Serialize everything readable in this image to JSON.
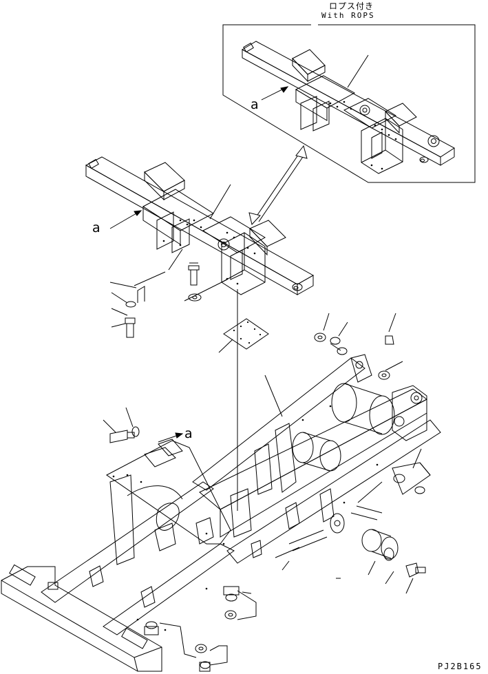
{
  "header": {
    "japanese_label": "ロプス付き",
    "english_label": "With ROPS"
  },
  "callouts": {
    "inset_view_ref": "a",
    "main_view_ref": "a",
    "frame_view_ref": "a"
  },
  "footer": {
    "drawing_number": "PJ2B165"
  },
  "colors": {
    "line": "#000000",
    "background": "#ffffff"
  }
}
